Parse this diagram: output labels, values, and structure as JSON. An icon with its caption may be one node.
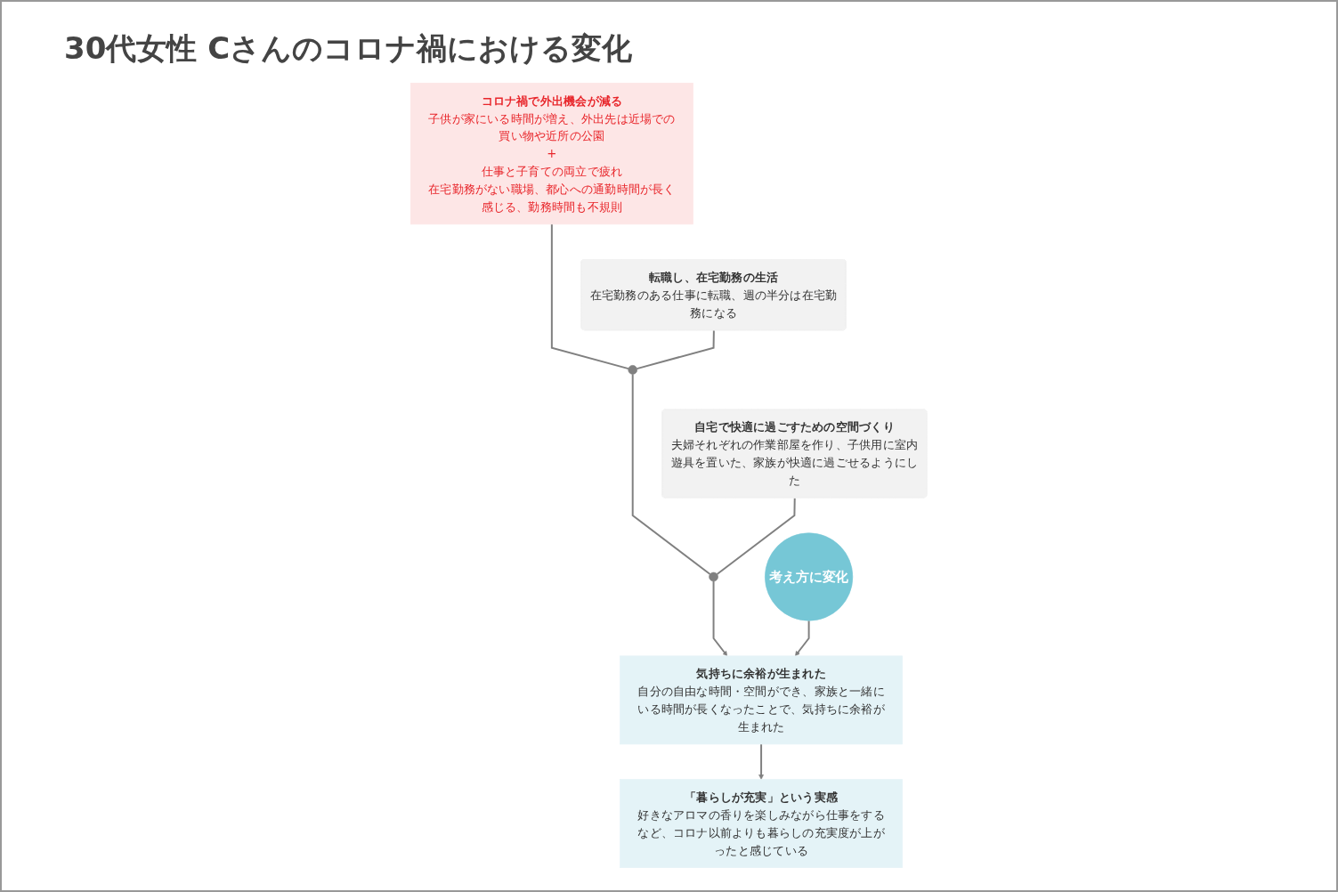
{
  "diagram": {
    "title": "30代女性 Cさんのコロナ禍における変化",
    "nodes": [
      {
        "text": [
          "コロナ禍で外出機会が減る",
          "子供が家にいる時間が増え、外出先は近場での買い物や近所の公園",
          "+",
          "仕事と子育ての両立で疲れ",
          "在宅勤務がない職場、都心への通勤時間が長く感じる、勤務時間も不規則"
        ]
      },
      {
        "text": [
          "転職し、在宅勤務の生活",
          "在宅勤務のある仕事に転職、週の半分は在宅勤務になる"
        ]
      },
      {
        "text": [
          "自宅で快適に過ごすための空間づくり",
          "夫婦それぞれの作業部屋を作り、子供用に室内遊具を置いた、家族が快適に過ごせるようにした"
        ]
      },
      {
        "text": [],
        "shape": "circle"
      },
      {
        "text": [],
        "shape": "circle"
      },
      {
        "text": [
          "気持ちに余裕が生まれた",
          "自分の自由な時間・空間ができ、家族と一緒にいる時間が長くなったことで、気持ちに余裕が生まれた"
        ]
      },
      {
        "text": [
          "「暮らしが充実」という実感",
          "好きなアロマの香りを楽しみながら仕事をするなど、コロナ以前よりも暮らしの充実度が上がったと感じている"
        ]
      },
      {
        "text": [
          "考え方に変化"
        ]
      }
    ],
    "edges": [
      {
        "from": 0,
        "to": 3,
        "arrow": "none"
      },
      {
        "from": 3,
        "to": 4,
        "arrow": "none"
      },
      {
        "from": 4,
        "to": 5,
        "arrow": "to"
      },
      {
        "from": 1,
        "to": 3,
        "arrow": "none"
      },
      {
        "from": 2,
        "to": 4,
        "arrow": "none"
      },
      {
        "from": 7,
        "to": 5,
        "arrow": "to"
      },
      {
        "from": 5,
        "to": 6,
        "arrow": "to"
      }
    ]
  }
}
